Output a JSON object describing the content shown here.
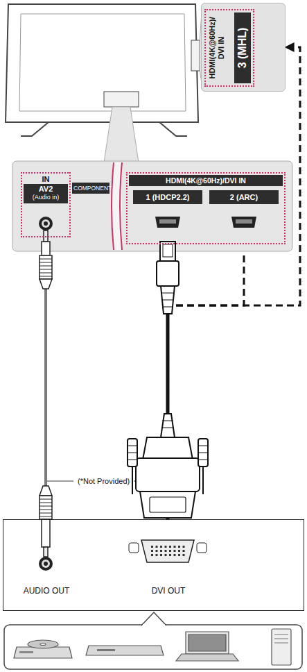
{
  "diagram": {
    "nodes": [
      {
        "text": [
          "HDMI(4K@60Hz)/ DVI IN",
          "3 (MHL)"
        ]
      },
      {
        "text": [
          "IN",
          "AV2",
          "(Audio in)"
        ]
      },
      {
        "text": [
          "HDMI(4K@60Hz)/DVI IN"
        ]
      },
      {
        "text": [
          "1 (HDCP2.2)"
        ],
        "in": 2
      },
      {
        "text": [
          "2 (ARC)"
        ],
        "in": 2
      },
      {
        "text": [
          "AUDIO OUT",
          "DVI OUT"
        ]
      }
    ],
    "edges": [
      {
        "from": 5,
        "to": 3,
        "arrow": "to"
      },
      {
        "from": 5,
        "to": 4,
        "arrow": "to"
      },
      {
        "from": 5,
        "to": 0,
        "arrow": "to"
      },
      {
        "from": 5,
        "to": 1,
        "arrow": "none"
      }
    ],
    "labels": [
      "COMPONENT",
      "(*Not Provided)"
    ]
  }
}
